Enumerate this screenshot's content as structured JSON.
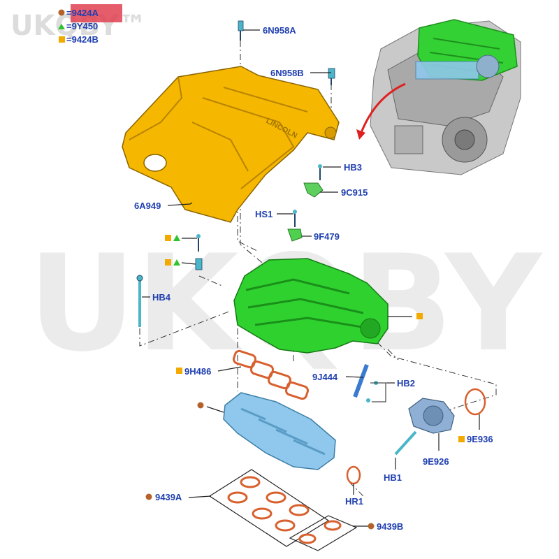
{
  "watermark": {
    "text": "UKQBY™"
  },
  "legend": [
    {
      "marker": "circle",
      "color": "#b5622a",
      "label": "=9424A",
      "highlight": "#e04050"
    },
    {
      "marker": "triangle",
      "color": "#2ec42e",
      "label": "=9Y450"
    },
    {
      "marker": "square",
      "color": "#f2a900",
      "label": "=9424B"
    }
  ],
  "colors": {
    "cover": "#f5b700",
    "upper_manifold": "#2fd12f",
    "lower_manifold": "#8fc8ec",
    "gasket": "#d8602e",
    "label": "#1f3fb0",
    "bolt": "#4ab6c8"
  },
  "callouts": {
    "c6N958A": "6N958A",
    "c6N958B": "6N958B",
    "cHB3": "HB3",
    "c9C915": "9C915",
    "c6A949": "6A949",
    "cHS1": "HS1",
    "c9F479": "9F479",
    "cHB4": "HB4",
    "c9H486": "9H486",
    "c9J444": "9J444",
    "cHB2": "HB2",
    "c9E936": "9E936",
    "c9E926": "9E926",
    "cHB1": "HB1",
    "cHR1": "HR1",
    "c9439A": "9439A",
    "c9439B": "9439B"
  },
  "cover_logo_text": "LINCOLN"
}
